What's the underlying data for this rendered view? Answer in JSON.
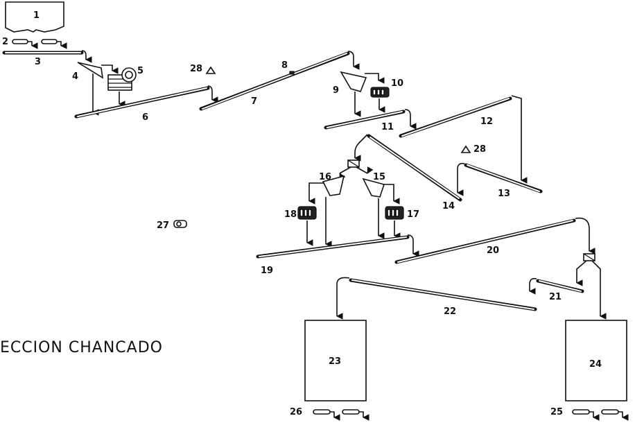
{
  "title": "ECCION CHANCADO",
  "labels": {
    "n1": "1",
    "n2": "2",
    "n3": "3",
    "n4": "4",
    "n5": "5",
    "n6": "6",
    "n7": "7",
    "n8": "8",
    "n9": "9",
    "n10": "10",
    "n11": "11",
    "n12": "12",
    "n13": "13",
    "n14": "14",
    "n15": "15",
    "n16": "16",
    "n17": "17",
    "n18": "18",
    "n19": "19",
    "n20": "20",
    "n21": "21",
    "n22": "22",
    "n23": "23",
    "n24": "24",
    "n25": "25",
    "n26": "26",
    "n27": "27",
    "n28a": "28",
    "n28b": "28"
  }
}
